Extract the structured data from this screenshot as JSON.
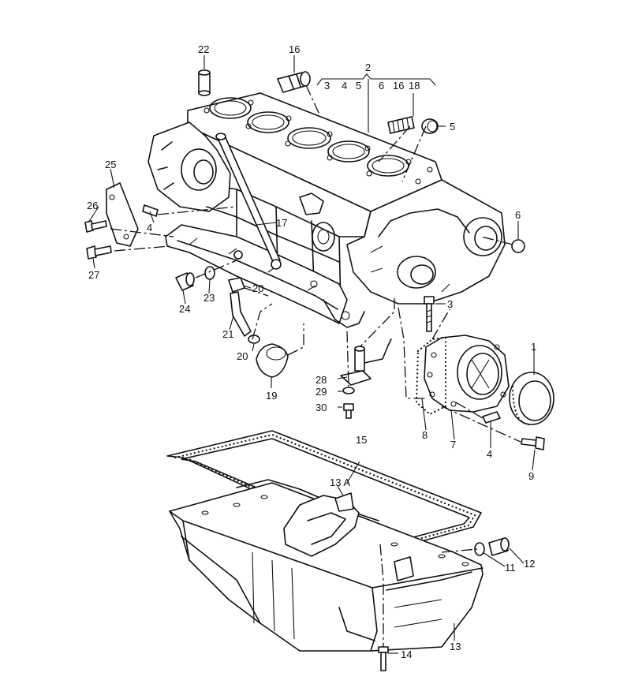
{
  "callouts": [
    {
      "id": "c1",
      "text": "1"
    },
    {
      "id": "c2",
      "text": "2"
    },
    {
      "id": "c2a",
      "text": "3"
    },
    {
      "id": "c2b",
      "text": "4"
    },
    {
      "id": "c2c",
      "text": "5"
    },
    {
      "id": "c2d",
      "text": "6"
    },
    {
      "id": "c2e",
      "text": "16"
    },
    {
      "id": "c2f",
      "text": "18"
    },
    {
      "id": "c3",
      "text": "3"
    },
    {
      "id": "c4a",
      "text": "4"
    },
    {
      "id": "c4b",
      "text": "4"
    },
    {
      "id": "c5",
      "text": "5"
    },
    {
      "id": "c6",
      "text": "6"
    },
    {
      "id": "c7",
      "text": "7"
    },
    {
      "id": "c8",
      "text": "8"
    },
    {
      "id": "c9",
      "text": "9"
    },
    {
      "id": "c11",
      "text": "11"
    },
    {
      "id": "c12",
      "text": "12"
    },
    {
      "id": "c13",
      "text": "13"
    },
    {
      "id": "c13a",
      "text": "13 A"
    },
    {
      "id": "c14",
      "text": "14"
    },
    {
      "id": "c15",
      "text": "15"
    },
    {
      "id": "c16",
      "text": "16"
    },
    {
      "id": "c17",
      "text": "17"
    },
    {
      "id": "c19",
      "text": "19"
    },
    {
      "id": "c20a",
      "text": "20"
    },
    {
      "id": "c20b",
      "text": "20"
    },
    {
      "id": "c21",
      "text": "21"
    },
    {
      "id": "c22",
      "text": "22"
    },
    {
      "id": "c23",
      "text": "23"
    },
    {
      "id": "c24",
      "text": "24"
    },
    {
      "id": "c25",
      "text": "25"
    },
    {
      "id": "c26",
      "text": "26"
    },
    {
      "id": "c27",
      "text": "27"
    },
    {
      "id": "c28",
      "text": "28"
    },
    {
      "id": "c29",
      "text": "29"
    },
    {
      "id": "c30",
      "text": "30"
    }
  ]
}
